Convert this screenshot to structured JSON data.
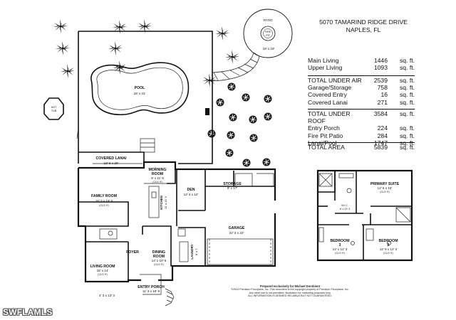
{
  "address": {
    "line1": "5070 TAMARIND RIDGE DRIVE",
    "line2": "NAPLES, FL"
  },
  "area_groups": [
    [
      {
        "label": "Main Living",
        "value": "1446",
        "unit": "sq. ft."
      },
      {
        "label": "Upper Living",
        "value": "1093",
        "unit": "sq. ft."
      }
    ],
    [
      {
        "label": "TOTAL UNDER AIR",
        "value": "2539",
        "unit": "sq. ft."
      },
      {
        "label": "Garage/Storage",
        "value": "758",
        "unit": "sq. ft."
      },
      {
        "label": "Covered Entry",
        "value": "16",
        "unit": "sq. ft."
      },
      {
        "label": "Covered Lanai",
        "value": "271",
        "unit": "sq. ft."
      }
    ],
    [
      {
        "label": "TOTAL UNDER ROOF",
        "value": "3584",
        "unit": "sq. ft."
      },
      {
        "label": "Entry Porch",
        "value": "224",
        "unit": "sq. ft."
      },
      {
        "label": "Fire Pit Patio",
        "value": "284",
        "unit": "sq. ft."
      },
      {
        "label": "Lanai/Pool",
        "value": "1747",
        "unit": "sq. ft."
      }
    ],
    [
      {
        "label": "TOTAL AREA",
        "value": "5839",
        "unit": "sq. ft."
      }
    ]
  ],
  "rooms": {
    "patio": {
      "name": "PATIO",
      "dim": "19' x 19'"
    },
    "fire_pit": {
      "name": "FIRE",
      "sub": "PIT"
    },
    "pool": {
      "name": "POOL",
      "dim": "18' x 31'"
    },
    "hot_tub": {
      "name": "HOT",
      "sub": "TUB"
    },
    "covered_lanai": {
      "name": "COVERED LANAI",
      "dim": "13' 9 x 20'"
    },
    "morning_room": {
      "name": "MORNING",
      "sub": "ROOM",
      "dim": "9' x 11' 9",
      "clg": "(CLG 9')"
    },
    "family_room": {
      "name": "FAMILY ROOM",
      "dim": "18' 3 x 19' 6",
      "clg": "(CLG 9')"
    },
    "kitchen": {
      "name": "KITCHEN",
      "dim": "11' x 15' 6"
    },
    "den": {
      "name": "DEN",
      "dim": "12' 3 x 12'"
    },
    "storage": {
      "name": "STORAGE",
      "dim": "9' x 17'"
    },
    "garage": {
      "name": "GARAGE",
      "dim": "22' 3 x 22'"
    },
    "foyer": {
      "name": "FOYER"
    },
    "living_room": {
      "name": "LIVING ROOM",
      "dim": "16' x 14'",
      "clg": "(CLG 9')"
    },
    "dining_room": {
      "name": "DINING",
      "sub": "ROOM",
      "dim": "14' x 10' 6",
      "clg": "(CLG 9')"
    },
    "laundry": {
      "name": "LAUNDRY",
      "dim": "8' x 7'"
    },
    "entry_porch": {
      "name": "ENTRY PORCH",
      "dim": "11' 3 x 16' 9"
    },
    "porch_small": {
      "dim": "4' 3 x 13' 3"
    },
    "primary_suite": {
      "name": "PRIMARY SUITE",
      "dim": "12' 6 x 16'",
      "clg": "(CLG 9')"
    },
    "wic": {
      "name": "W.I.C.",
      "dim": "6' x 13' 3"
    },
    "bedroom3": {
      "name": "BEDROOM",
      "sub": "3",
      "dim": "14' x 12' 3",
      "clg": "(CLG 9')"
    },
    "bedroom2": {
      "name": "BEDROOM",
      "sub": "2",
      "dim": "12' 9 x 12' 3",
      "clg": "(CLG 9')"
    }
  },
  "footer": {
    "line1": "Prepared exclusively for Michael Dornbient",
    "line2": "©2024 Precision Floorplans, Inc. This document is the copyright property of Precision Floorplans, Inc.",
    "line3": "Any other use is not permitted. Illustration for marketing purposes only.",
    "line4": "ALL INFORMATION IS DEEMED RELIABLE BUT NOT GUARANTEED."
  },
  "watermark": "SWFLAMLS",
  "colors": {
    "line": "#111111",
    "palm": "#1a1a1a",
    "background": "#ffffff"
  }
}
